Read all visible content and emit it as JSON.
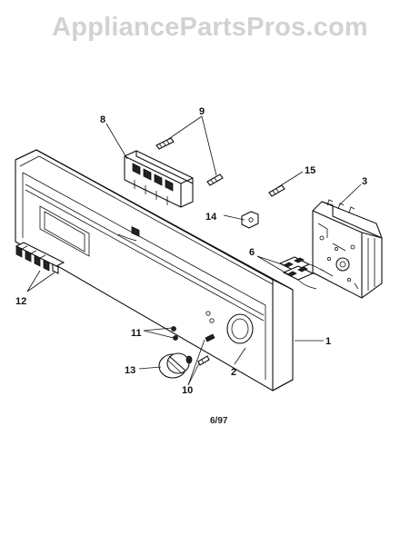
{
  "watermark": "AppliancePartsPros.com",
  "diagram_date": "6/97",
  "parts": {
    "p1": "1",
    "p2": "2",
    "p3": "3",
    "p6": "6",
    "p8": "8",
    "p9": "9",
    "p10": "10",
    "p11": "11",
    "p12": "12",
    "p13": "13",
    "p14": "14",
    "p15": "15"
  }
}
